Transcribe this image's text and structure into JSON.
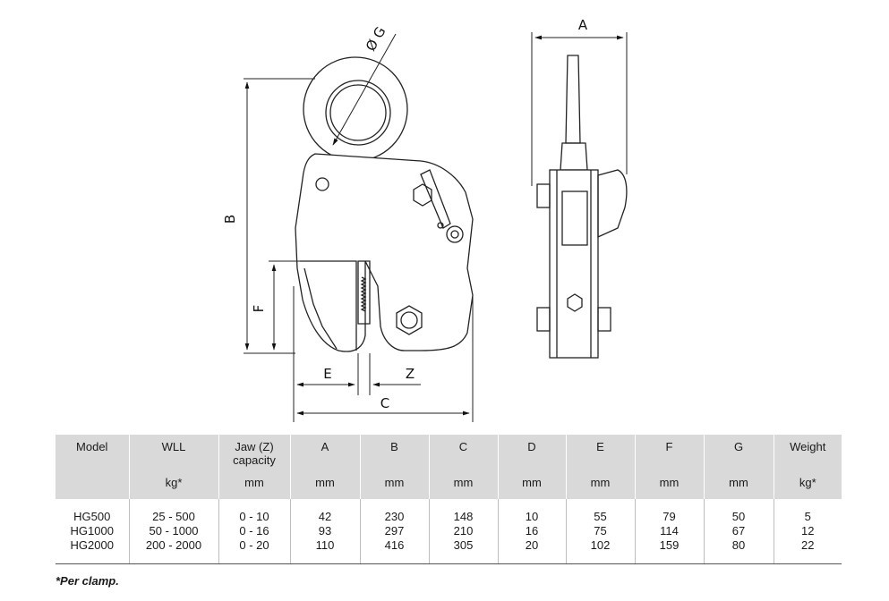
{
  "drawing": {
    "labels": {
      "dia_g": "Ø G",
      "a": "A",
      "b": "B",
      "c": "C",
      "e": "E",
      "f": "F",
      "z": "Z"
    }
  },
  "table": {
    "headers": [
      {
        "top": "Model",
        "unit": ""
      },
      {
        "top": "WLL",
        "unit": "kg*"
      },
      {
        "top": "Jaw (Z) capacity",
        "unit": "mm"
      },
      {
        "top": "A",
        "unit": "mm"
      },
      {
        "top": "B",
        "unit": "mm"
      },
      {
        "top": "C",
        "unit": "mm"
      },
      {
        "top": "D",
        "unit": "mm"
      },
      {
        "top": "E",
        "unit": "mm"
      },
      {
        "top": "F",
        "unit": "mm"
      },
      {
        "top": "G",
        "unit": "mm"
      },
      {
        "top": "Weight",
        "unit": "kg*"
      }
    ],
    "rows": [
      [
        "HG500",
        "25 - 500",
        "0 - 10",
        "42",
        "230",
        "148",
        "10",
        "55",
        "79",
        "50",
        "5"
      ],
      [
        "HG1000",
        "50 - 1000",
        "0 - 16",
        "93",
        "297",
        "210",
        "16",
        "75",
        "114",
        "67",
        "12"
      ],
      [
        "HG2000",
        "200 - 2000",
        "0 - 20",
        "110",
        "416",
        "305",
        "20",
        "102",
        "159",
        "80",
        "22"
      ]
    ]
  },
  "footnote": "*Per clamp."
}
